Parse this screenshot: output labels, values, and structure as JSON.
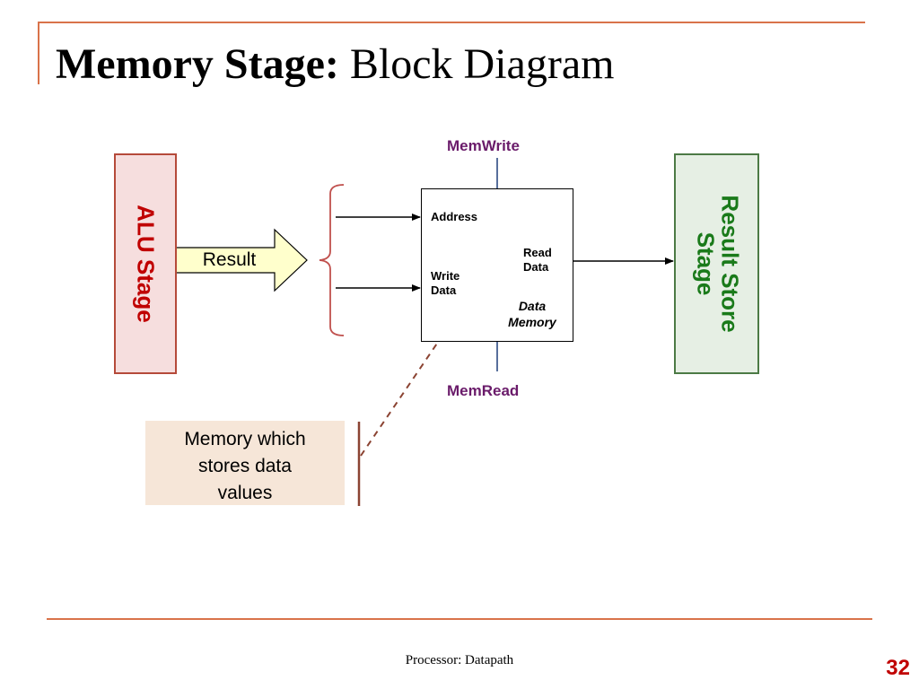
{
  "slide": {
    "title_bold": "Memory Stage:",
    "title_rest": "Block Diagram",
    "footer": "Processor: Datapath",
    "page_number": "32"
  },
  "diagram": {
    "alu_stage_label": "ALU Stage",
    "result_store_stage_lines": [
      "Result Store",
      "Stage"
    ],
    "result_arrow_label": "Result",
    "memory_block": {
      "address_label": "Address",
      "write_data_lines": [
        "Write",
        "Data"
      ],
      "read_data_lines": [
        "Read",
        "Data"
      ],
      "name_lines": [
        "Data",
        "Memory"
      ]
    },
    "control_signals": {
      "mem_write": "MemWrite",
      "mem_read": "MemRead"
    },
    "note_lines": [
      "Memory which",
      "stores data",
      "values"
    ]
  },
  "colors": {
    "accent_rule": "#d9734a",
    "page_number": "#c00000",
    "alu_text": "#c00000",
    "result_store_text": "#1a7a1a",
    "control_signal_text": "#6a1b6a",
    "result_arrow_fill": "#ffffcc",
    "note_fill": "#f6e6d8"
  }
}
